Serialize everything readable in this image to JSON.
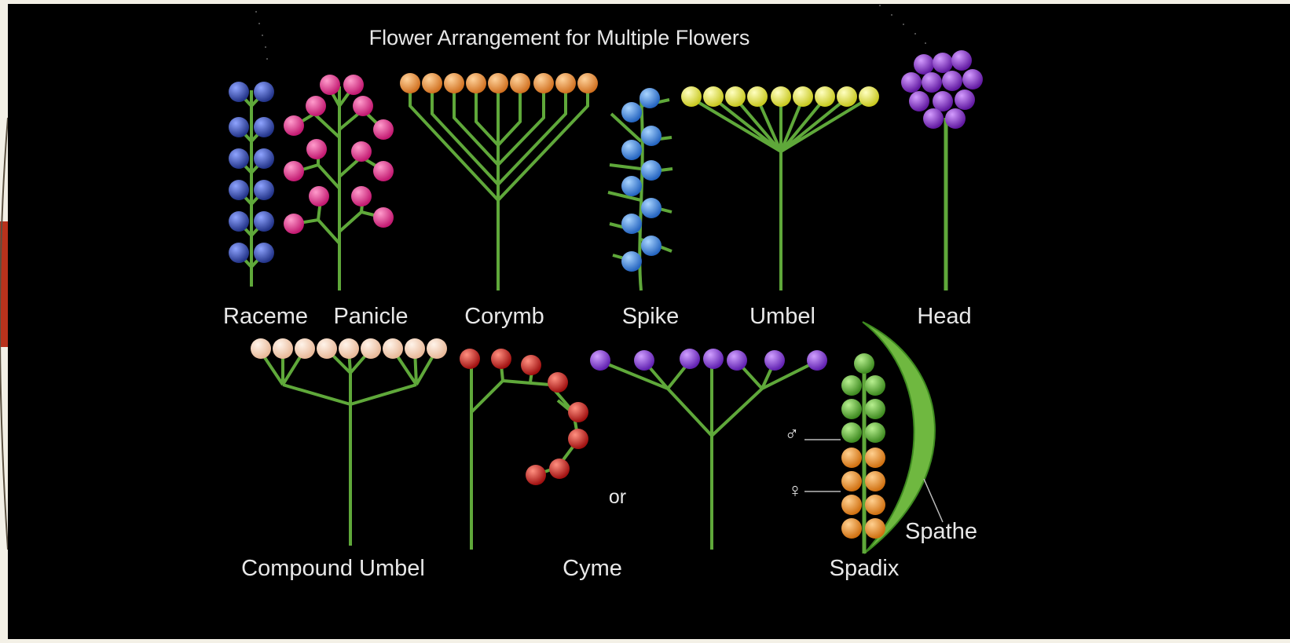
{
  "title": "Flower Arrangement for Multiple Flowers",
  "labels": {
    "raceme": "Raceme",
    "panicle": "Panicle",
    "corymb": "Corymb",
    "spike": "Spike",
    "umbel": "Umbel",
    "head": "Head",
    "compound_umbel": "Compound Umbel",
    "cyme": "Cyme",
    "or": "or",
    "spadix": "Spadix",
    "spathe": "Spathe",
    "male_mark": "♂",
    "female_mark": "♀"
  },
  "colors": {
    "background": "#000000",
    "stem": "#5fa83a",
    "raceme": "#3d55b8",
    "panicle": "#e8449a",
    "corymb": "#f0a050",
    "spike": "#4a8ee0",
    "umbel": "#e8e860",
    "head": "#8a3ac8",
    "compound_umbel": "#f7d8c2",
    "cyme_red": "#d8302c",
    "cyme_purple": "#8a3ad0",
    "spadix_green": "#6ab83e",
    "spadix_orange": "#f09a38",
    "spathe": "#7cc04a"
  }
}
